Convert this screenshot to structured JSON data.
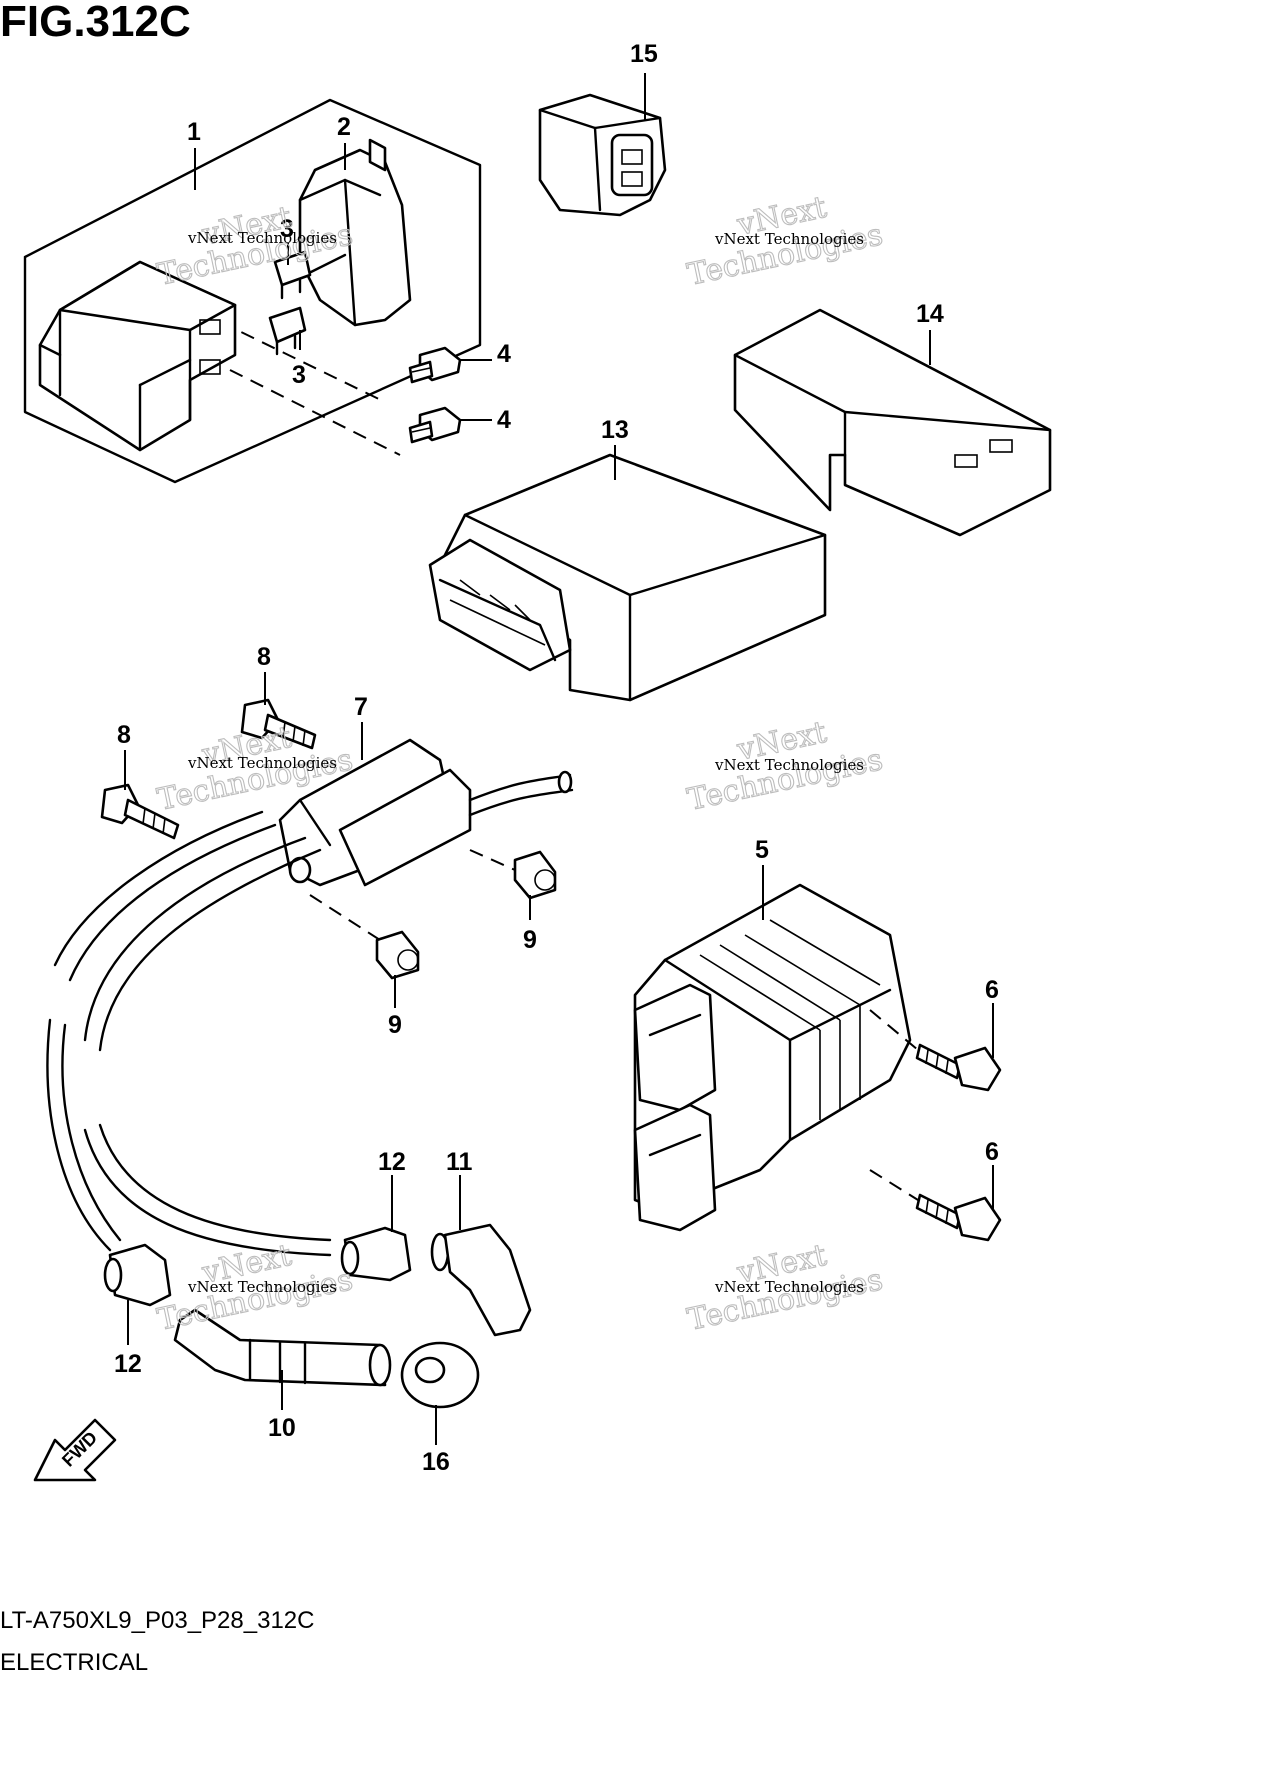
{
  "figure": {
    "title": "FIG.312C",
    "caption_code": "LT-A750XL9_P03_P28_312C",
    "caption_name": "ELECTRICAL"
  },
  "watermark": {
    "line1": "vNext Technologies",
    "line2": "Technologies",
    "line3": "vNext"
  },
  "callouts": [
    "1",
    "2",
    "3",
    "3",
    "4",
    "4",
    "5",
    "6",
    "6",
    "7",
    "8",
    "8",
    "9",
    "9",
    "10",
    "11",
    "12",
    "12",
    "13",
    "14",
    "15",
    "16"
  ],
  "fwd_label": "FWD"
}
